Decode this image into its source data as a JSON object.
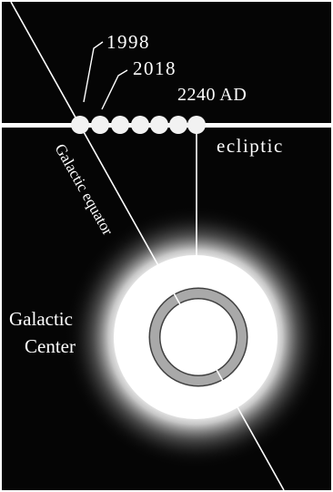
{
  "labels": {
    "year_1998": "1998",
    "year_2018": "2018",
    "year_2240": "2240 AD",
    "ecliptic": "ecliptic",
    "galactic_equator": "Galactic equator",
    "galactic_center_line1": "Galactic",
    "galactic_center_line2": "Center"
  },
  "sun_positions": 7,
  "colors": {
    "background": "#050505",
    "ecliptic_line": "#ffffff",
    "sun_disc": "#f4f4f4",
    "glow": "#ffffff",
    "ring": "#a8a8a8",
    "ring_outline": "#404040",
    "text": "#ffffff"
  }
}
